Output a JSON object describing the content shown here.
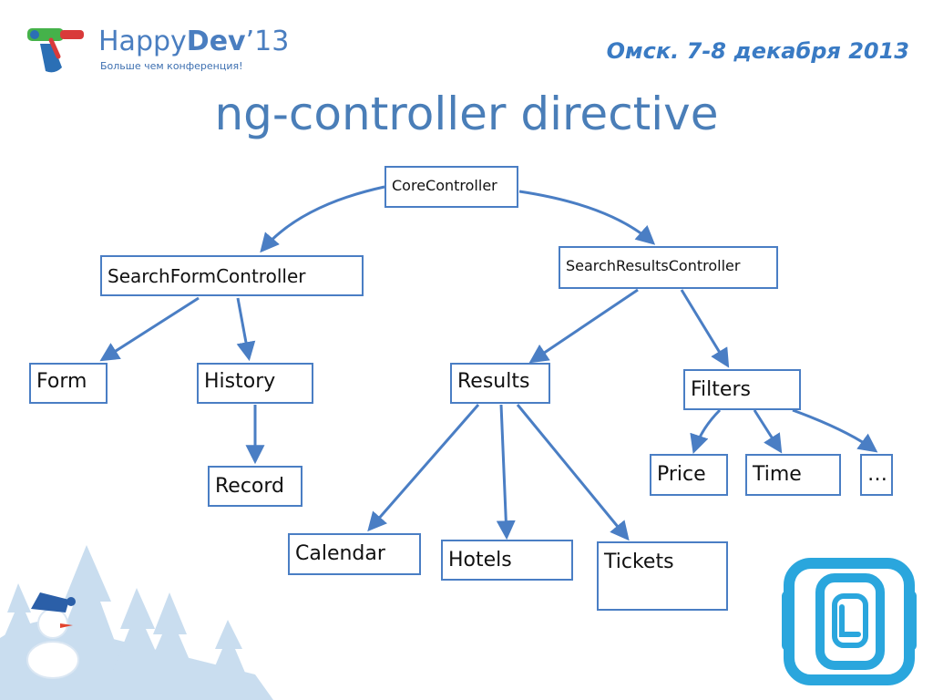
{
  "header": {
    "brand_name": "Happy",
    "brand_bold": "Dev",
    "brand_year": "’13",
    "tagline": "Больше чем конференция!",
    "event": "Омск. 7-8 декабря 2013"
  },
  "slide": {
    "title": "ng-controller directive"
  },
  "tree": {
    "core": "CoreController",
    "search_form": "SearchFormController",
    "search_results": "SearchResultsController",
    "form": "Form",
    "history": "History",
    "record": "Record",
    "results": "Results",
    "calendar": "Calendar",
    "hotels": "Hotels",
    "tickets": "Tickets",
    "filters": "Filters",
    "price": "Price",
    "time": "Time",
    "more": "…"
  },
  "colors": {
    "accent": "#4a7ec4",
    "title": "#4a7eb8",
    "snow": "#c9ddef",
    "logo_frame": "#2aa6dd"
  },
  "icons": [
    "happydev-logo-icon",
    "snowman-icon",
    "snow-trees-icon",
    "app-logo-icon"
  ]
}
